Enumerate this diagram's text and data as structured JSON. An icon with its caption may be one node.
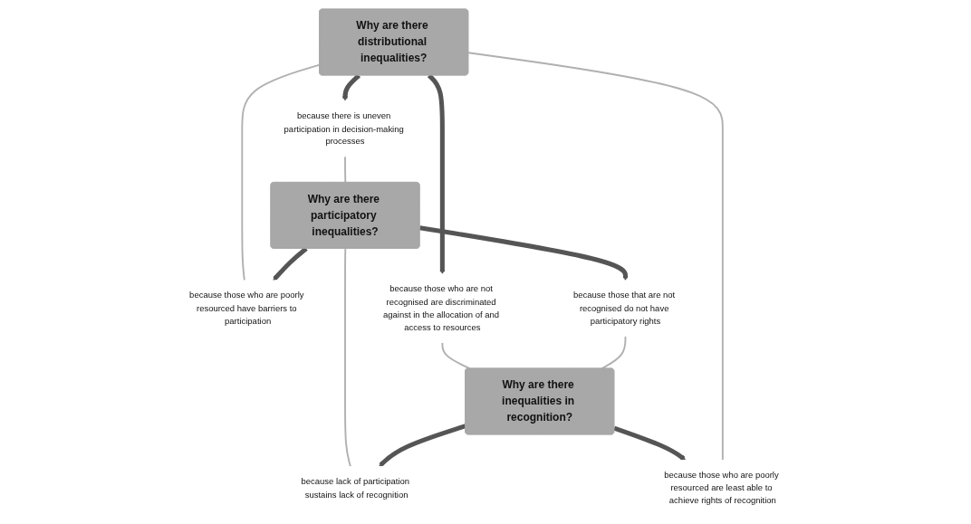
{
  "diagram": {
    "nodes": [
      {
        "text": [
          "Why are there distributional inequalities?"
        ]
      },
      {
        "text": [
          "because there is uneven participation in decision-making processes"
        ]
      },
      {
        "text": [
          "because those who are poorly resourced are least able to achieve rights of recognition"
        ]
      },
      {
        "text": [
          "because those who are poorly resourced have barriers to participation"
        ]
      },
      {
        "text": [
          "Why are there participatory inequalities?"
        ]
      },
      {
        "text": [
          "because those that are not recognised do not have participatory rights"
        ]
      },
      {
        "text": [
          "because lack of participation sustains lack of recognition"
        ]
      },
      {
        "text": [
          "Why are there inequalities in recognition?"
        ]
      },
      {
        "text": [
          "because those who are not recognised are discriminated against in the allocation of and access to resources"
        ]
      }
    ],
    "edges": [
      {
        "from": 0,
        "to": 1,
        "arrow": "to",
        "style": "thick"
      },
      {
        "from": 0,
        "to": 2,
        "arrow": "none",
        "color": "#b0b0b0"
      },
      {
        "from": 0,
        "to": 8,
        "arrow": "to",
        "style": "thick"
      },
      {
        "from": 3,
        "to": 0,
        "arrow": "none",
        "color": "#b0b0b0"
      },
      {
        "from": 1,
        "to": 4,
        "arrow": "none",
        "color": "#b0b0b0"
      },
      {
        "from": 4,
        "to": 3,
        "arrow": "to",
        "style": "thick"
      },
      {
        "from": 4,
        "to": 5,
        "arrow": "to",
        "style": "thick"
      },
      {
        "from": 6,
        "to": 4,
        "arrow": "none",
        "color": "#b0b0b0"
      },
      {
        "from": 5,
        "to": 7,
        "arrow": "none",
        "color": "#b0b0b0"
      },
      {
        "from": 7,
        "to": 6,
        "arrow": "to",
        "style": "thick"
      },
      {
        "from": 7,
        "to": 2,
        "arrow": "to",
        "style": "thick"
      },
      {
        "from": 8,
        "to": 7,
        "arrow": "none",
        "color": "#b0b0b0"
      }
    ]
  }
}
